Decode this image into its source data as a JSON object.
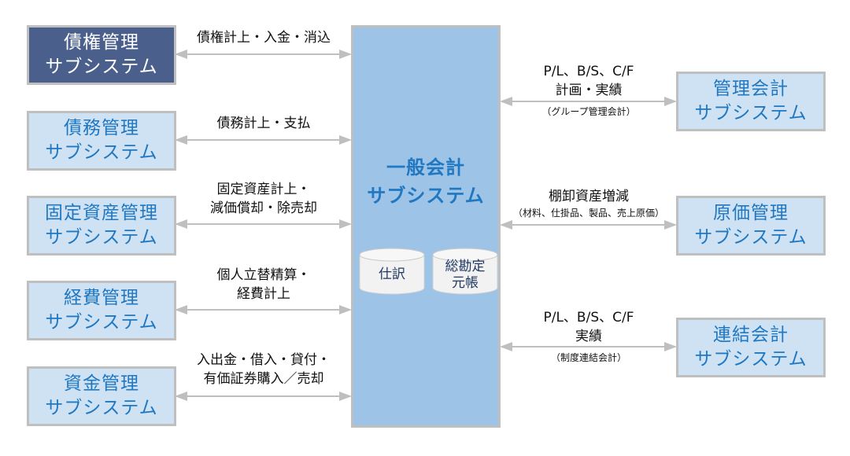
{
  "diagram": {
    "center": {
      "title_lines": [
        "一般会計",
        "サブシステム"
      ],
      "stores": [
        {
          "name": "journal",
          "lines": [
            "仕訳"
          ]
        },
        {
          "name": "general-ledger",
          "lines": [
            "総勘定",
            "元帳"
          ]
        }
      ]
    },
    "left_subsystems": [
      {
        "id": "receivables",
        "lines": [
          "債権管理",
          "サブシステム"
        ],
        "selected": true,
        "flow_lines": [
          "債権計上・入金・消込"
        ]
      },
      {
        "id": "payables",
        "lines": [
          "債務管理",
          "サブシステム"
        ],
        "selected": false,
        "flow_lines": [
          "債務計上・支払"
        ]
      },
      {
        "id": "fixed-assets",
        "lines": [
          "固定資産管理",
          "サブシステム"
        ],
        "selected": false,
        "flow_lines": [
          "固定資産計上・",
          "減価償却・除売却"
        ]
      },
      {
        "id": "expenses",
        "lines": [
          "経費管理",
          "サブシステム"
        ],
        "selected": false,
        "flow_lines": [
          "個人立替精算・",
          "経費計上"
        ]
      },
      {
        "id": "treasury",
        "lines": [
          "資金管理",
          "サブシステム"
        ],
        "selected": false,
        "flow_lines": [
          "入出金・借入・貸付・",
          "有価証券購入／売却"
        ]
      }
    ],
    "right_subsystems": [
      {
        "id": "management-accounting",
        "lines": [
          "管理会計",
          "サブシステム"
        ],
        "flow_lines": [
          "P/L、B/S、C/F",
          "計画・実績"
        ],
        "flow_note": "（グループ管理会計）"
      },
      {
        "id": "cost-management",
        "lines": [
          "原価管理",
          "サブシステム"
        ],
        "flow_lines": [
          "棚卸資産増減"
        ],
        "flow_note": "（材料、仕掛品、製品、売上原価）"
      },
      {
        "id": "consolidated-accounting",
        "lines": [
          "連結会計",
          "サブシステム"
        ],
        "flow_lines": [
          "P/L、B/S、C/F",
          "実績"
        ],
        "flow_note": "（制度連結会計）"
      }
    ],
    "colors": {
      "selected_box": "#4a5f8c",
      "box_fill": "#cfe2f3",
      "box_text": "#1f78c1",
      "center_fill": "#9dc3e6",
      "border": "#bfbfbf",
      "arrow": "#bfbfbf"
    }
  }
}
